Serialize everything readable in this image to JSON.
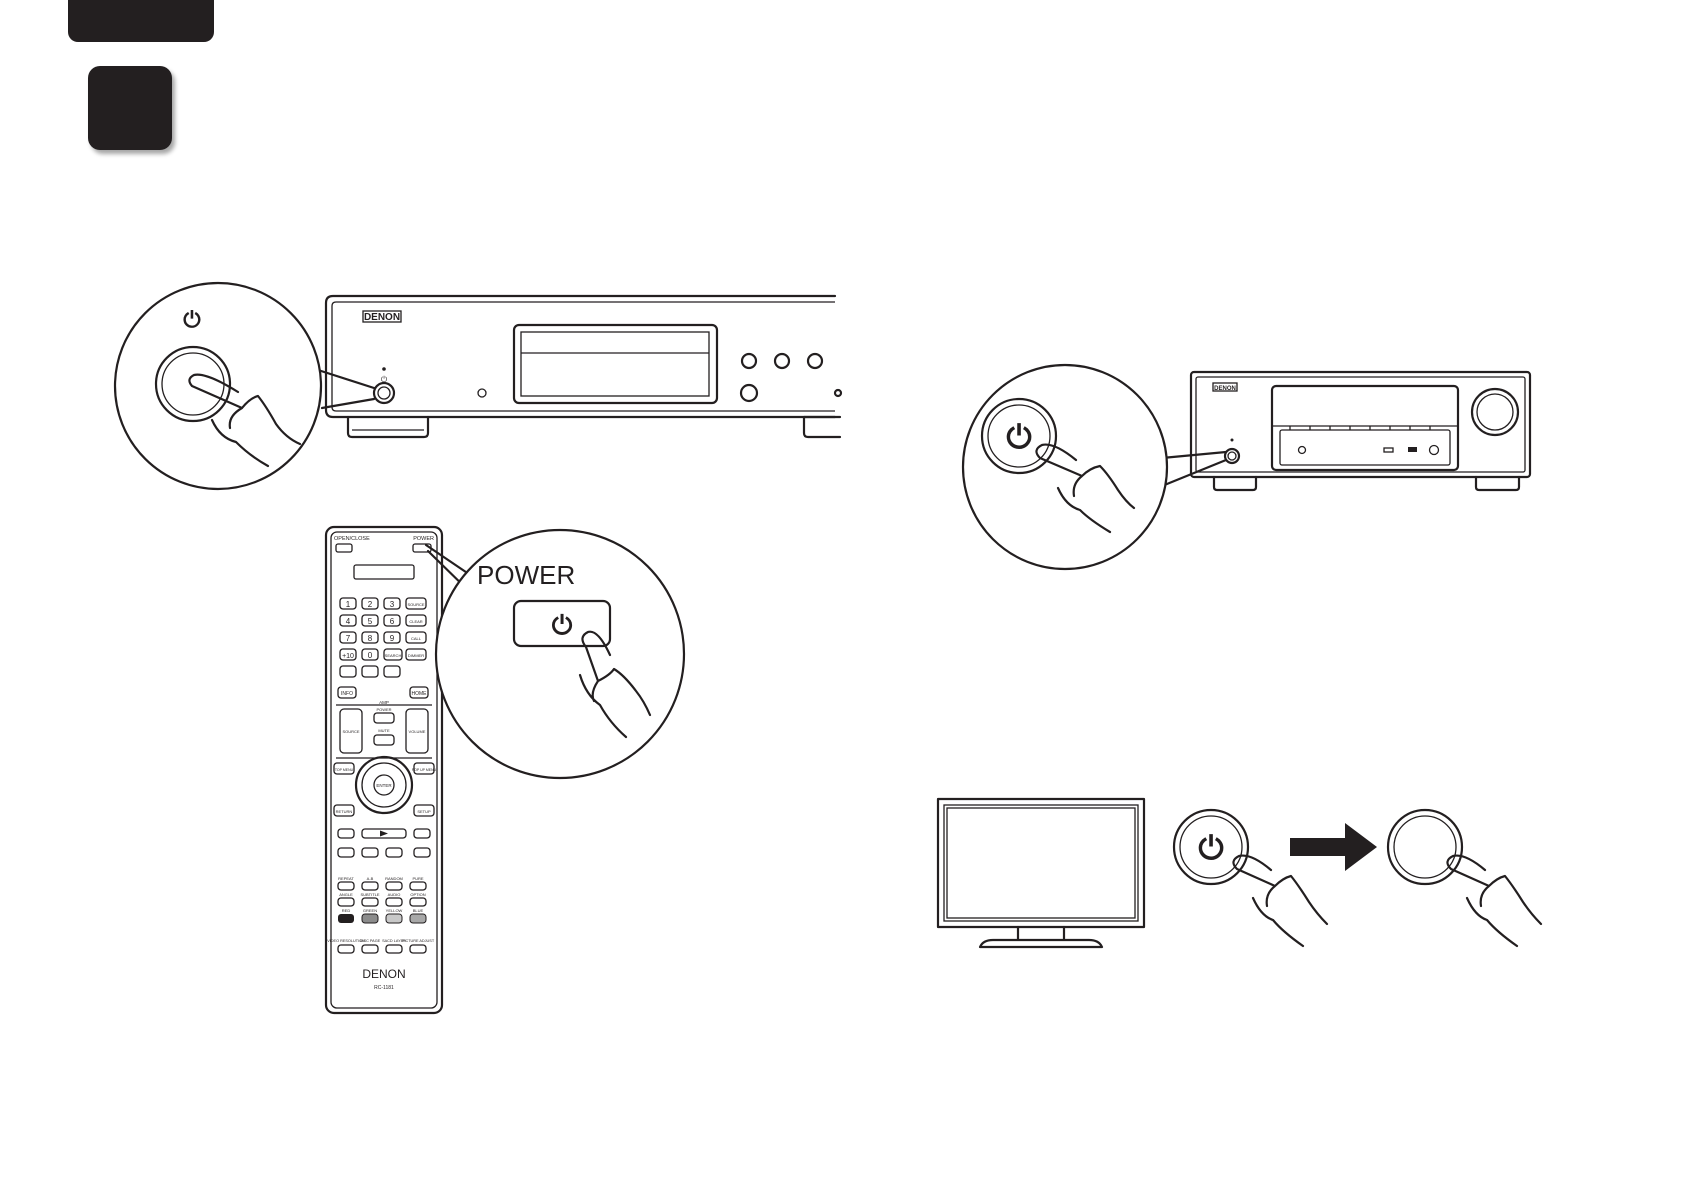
{
  "player": {
    "brand": "DENON",
    "power_symbol": "⏻"
  },
  "remote": {
    "brand": "DENON",
    "model": "RC-1181",
    "top_left_label": "OPEN/CLOSE",
    "top_right_label": "POWER",
    "number_keys": [
      "1",
      "2",
      "3",
      "4",
      "5",
      "6",
      "7",
      "8",
      "9",
      "+10",
      "0"
    ],
    "side_keys": [
      "SOURCE",
      "CLEAR",
      "CALL",
      "SEARCH",
      "DIMMER"
    ],
    "info_label": "INFO",
    "home_label": "HOME",
    "amp_label": "AMP",
    "amp_power_label": "POWER",
    "source_label": "SOURCE",
    "volume_label": "VOLUME",
    "mute_label": "MUTE",
    "top_menu_label": "TOP MENU",
    "popup_menu_label": "POP UP MENU",
    "enter_label": "ENTER",
    "return_label": "RETURN",
    "setup_label": "SETUP",
    "row1_labels": [
      "REPEAT",
      "A-B",
      "RANDOM",
      "PURE"
    ],
    "row2_labels": [
      "ANGLE",
      "SUBTITLE",
      "AUDIO",
      "OPTION"
    ],
    "row3_labels": [
      "RED",
      "GREEN",
      "YELLOW",
      "BLUE"
    ],
    "bottom_labels": [
      "VIDEO RESOLUTION",
      "DISC PAGE",
      "SACD LAYER",
      "PICTURE ADJUST"
    ],
    "callout_label": "POWER",
    "callout_symbol": "⏻"
  },
  "receiver": {
    "brand": "DENON",
    "power_symbol": "⏻"
  },
  "tv": {
    "power_symbol": "⏻"
  }
}
